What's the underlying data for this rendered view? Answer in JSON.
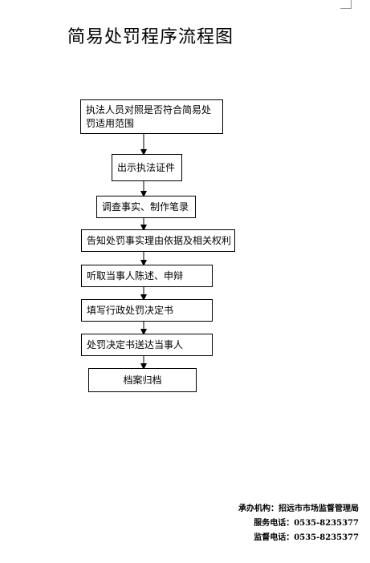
{
  "title": "简易处罚程序流程图",
  "steps": [
    "执法人员对照是否符合简易处罚适用范围",
    "出示执法证件",
    "调查事实、制作笔录",
    "告知处罚事实理由依据及相关权利",
    "听取当事人陈述、申辩",
    "填写行政处罚决定书",
    "处罚决定书送达当事人",
    "档案归档"
  ],
  "footer": {
    "organizer": "承办机构：招远市市场监督管理局",
    "service_phone": "服务电话：0535-8235377",
    "supervision_phone": "监督电话：0535-8235377"
  }
}
